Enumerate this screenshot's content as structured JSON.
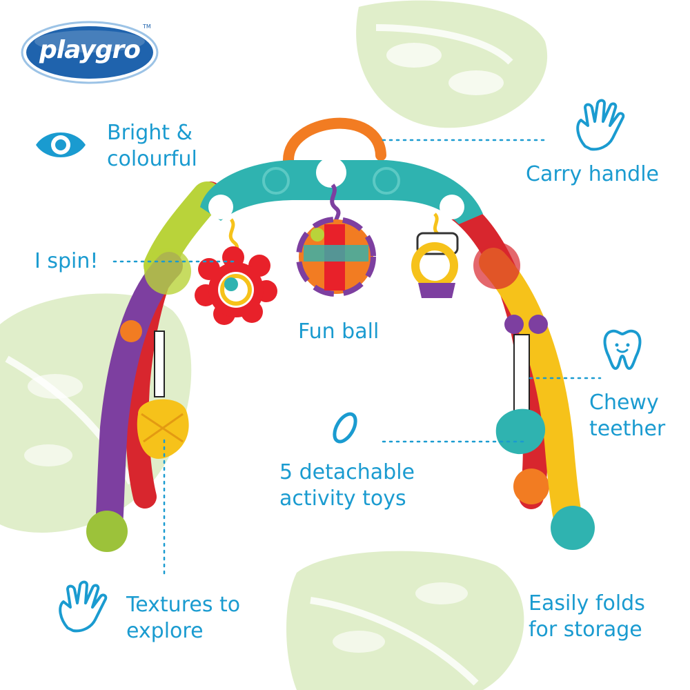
{
  "brand": {
    "name": "playgro",
    "trademark": "TM"
  },
  "features": {
    "bright": "Bright &\ncolourful",
    "carry": "Carry handle",
    "spin": "I spin!",
    "ball": "Fun ball",
    "teether": "Chewy\nteether",
    "detachable": "5 detachable\nactivity toys",
    "textures": "Textures to\nexplore",
    "folds": "Easily folds\nfor storage"
  },
  "icons": {
    "bright": "eye-icon",
    "carry": "hand-icon",
    "teether": "tooth-icon",
    "detachable": "ring-icon",
    "textures": "hand-icon"
  },
  "colors": {
    "accent": "#1a9bd0",
    "logo_bg": "#1f63ad",
    "leaf": "#d6e8b8",
    "arch_teal": "#2fb3b0",
    "handle_orange": "#f27c22",
    "purple": "#7d3fa0",
    "yellow": "#f6c21a",
    "red": "#d8262e",
    "lime": "#b9d33a"
  }
}
